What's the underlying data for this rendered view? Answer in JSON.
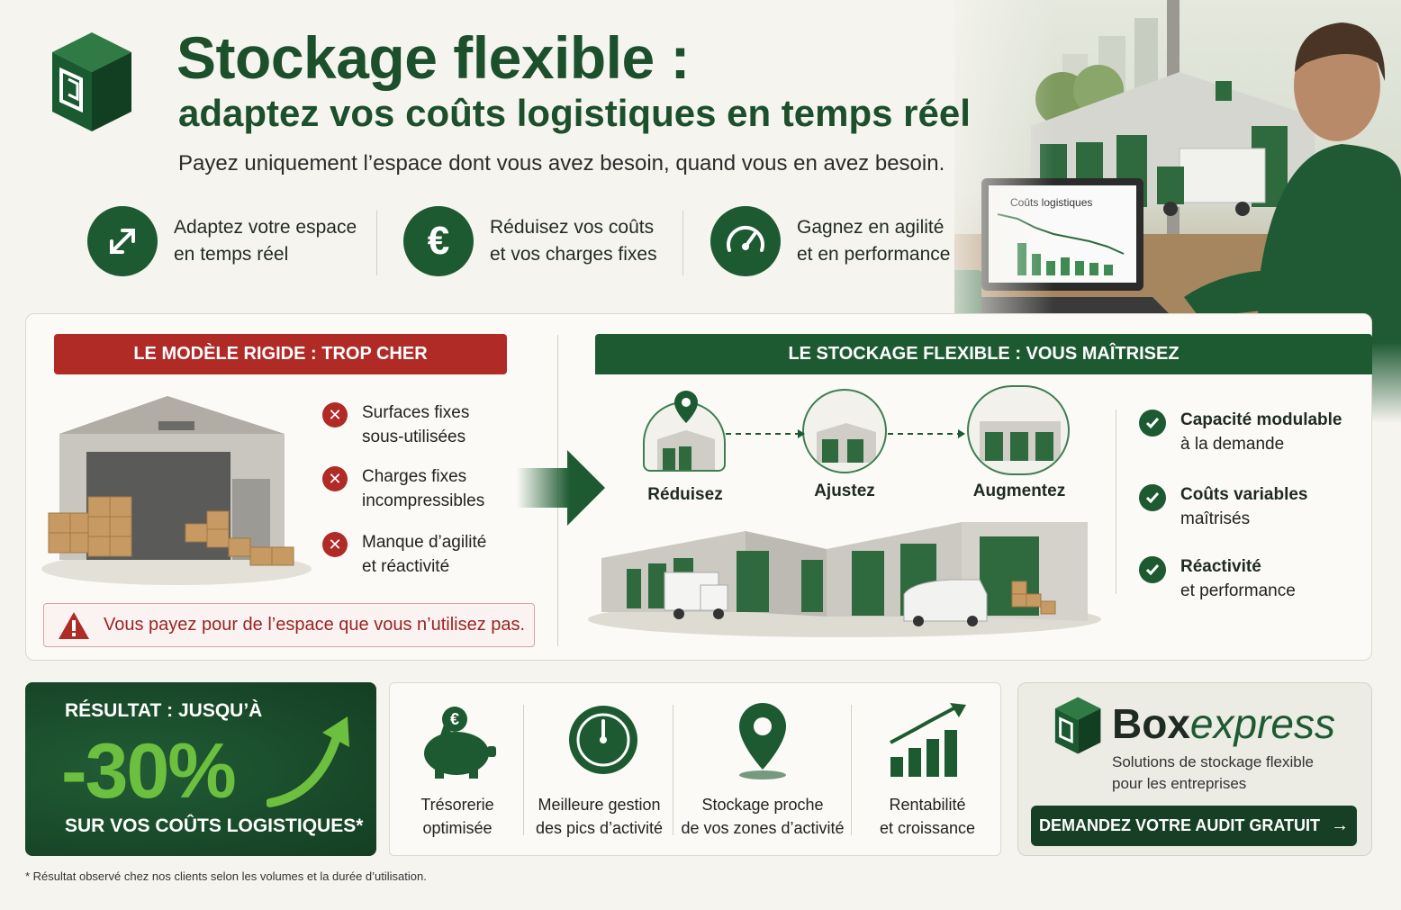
{
  "header": {
    "title": "Stockage flexible :",
    "subtitle_line": "adaptez vos coûts logistiques en temps réel",
    "tagline": "Payez uniquement l’espace dont vous avez besoin, quand vous en avez besoin."
  },
  "features": [
    {
      "icon": "expand-arrows-icon",
      "line1": "Adaptez votre espace",
      "line2": "en temps réel"
    },
    {
      "icon": "euro-icon",
      "line1": "Réduisez vos coûts",
      "line2": "et vos charges fixes"
    },
    {
      "icon": "speedometer-icon",
      "line1": "Gagnez en agilité",
      "line2": "et en performance"
    }
  ],
  "laptop_screen_title": "Coûts logistiques",
  "rigid": {
    "banner": "LE MODÈLE RIGIDE : TROP CHER",
    "items": [
      {
        "line1": "Surfaces fixes",
        "line2": "sous-utilisées"
      },
      {
        "line1": "Charges fixes",
        "line2": "incompressibles"
      },
      {
        "line1": "Manque d’agilité",
        "line2": "et réactivité"
      }
    ],
    "warning": "Vous payez pour de l’espace que vous n’utilisez pas."
  },
  "flexible": {
    "banner": "LE STOCKAGE FLEXIBLE : VOUS MAÎTRISEZ",
    "steps": [
      "Réduisez",
      "Ajustez",
      "Augmentez"
    ],
    "benefits": [
      {
        "line1": "Capacité modulable",
        "line2": "à la demande"
      },
      {
        "line1": "Coûts variables",
        "line2": "maîtrisés"
      },
      {
        "line1": "Réactivité",
        "line2": "et performance"
      }
    ]
  },
  "result": {
    "line1": "RÉSULTAT : JUSQU’À",
    "value": "-30%",
    "line3": "SUR VOS COÛTS LOGISTIQUES*"
  },
  "bottom_benefits": [
    {
      "icon": "piggy-bank-icon",
      "line1": "Trésorerie",
      "line2": "optimisée"
    },
    {
      "icon": "clock-icon",
      "line1": "Meilleure gestion",
      "line2": "des pics d’activité"
    },
    {
      "icon": "location-pin-icon",
      "line1": "Stockage proche",
      "line2": "de vos zones d’activité"
    },
    {
      "icon": "growth-chart-icon",
      "line1": "Rentabilité",
      "line2": "et croissance"
    }
  ],
  "brand": {
    "name_bold": "Box",
    "name_italic": "express",
    "tag_line1": "Solutions de stockage flexible",
    "tag_line2": "pour les entreprises",
    "cta": "DEMANDEZ VOTRE AUDIT GRATUIT"
  },
  "footnote": "* Résultat observé chez nos clients selon les volumes et la durée d’utilisation.",
  "colors": {
    "brand_green": "#1d5a32",
    "dark_green": "#143e23",
    "accent_lime": "#6cbf3f",
    "alert_red": "#b02a26",
    "background": "#f6f4ee"
  }
}
